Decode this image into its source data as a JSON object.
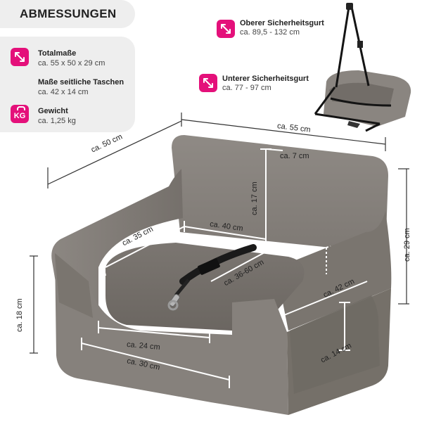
{
  "header": {
    "title": "ABMESSUNGEN"
  },
  "specs": [
    {
      "icon": "ruler-diagonal-icon",
      "label": "Totalmaße",
      "value": "ca. 55 x 50 x 29 cm"
    },
    {
      "icon": "",
      "label": "Maße seitliche Taschen",
      "value": "ca. 42 x 14 cm"
    },
    {
      "icon": "weight-kg-icon",
      "badge_text": "KG",
      "label": "Gewicht",
      "value": "ca. 1,25 kg"
    }
  ],
  "harness": [
    {
      "icon": "ruler-diagonal-icon",
      "label": "Oberer Sicherheitsgurt",
      "value": "ca. 89,5 - 132 cm"
    },
    {
      "icon": "ruler-diagonal-icon",
      "label": "Unterer Sicherheitsgurt",
      "value": "ca. 77 - 97 cm"
    }
  ],
  "measurements": {
    "width_total": "ca. 55 cm",
    "depth_total": "ca. 50 cm",
    "height_total": "ca. 29 cm",
    "front_height": "ca. 18 cm",
    "back_thickness": "ca. 7 cm",
    "back_height": "ca. 17 cm",
    "inner_depth": "ca. 35 cm",
    "inner_width": "ca. 40 cm",
    "leash_length": "ca. 36-60 cm",
    "pocket_width": "ca. 42 cm",
    "pocket_height": "ca. 14 cm",
    "front_inner_width": "ca. 24 cm",
    "front_width": "ca. 30 cm"
  },
  "colors": {
    "accent": "#e4107a",
    "panel": "#eeeeee",
    "fabric": "#8a8580",
    "fabric_dark": "#6e6a65",
    "strap": "#1a1a1a"
  }
}
